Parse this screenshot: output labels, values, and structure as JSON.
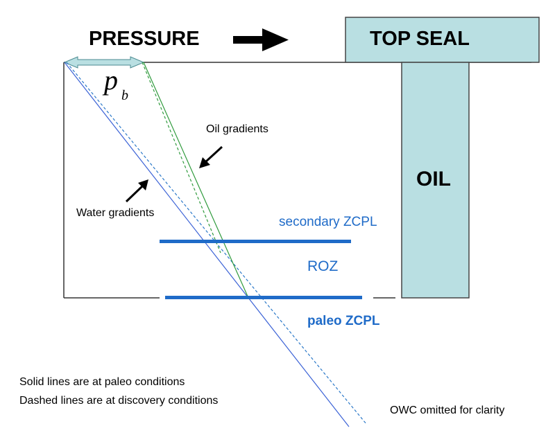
{
  "header": {
    "pressure_label": "PRESSURE",
    "pressure_arrow_icon": "right-arrow"
  },
  "boxes": {
    "top_seal_label": "TOP SEAL",
    "oil_label": "OIL",
    "fill_color": "#b9dfe2"
  },
  "buoyancy": {
    "symbol": "p",
    "subscript": "b"
  },
  "annotations": {
    "oil_gradients": "Oil gradients",
    "water_gradients": "Water gradients"
  },
  "zones": {
    "secondary_zcpl": "secondary ZCPL",
    "roz": "ROZ",
    "paleo_zcpl": "paleo ZCPL",
    "zone_color": "#1f6bc8"
  },
  "legend": {
    "solid_note": "Solid lines are at paleo conditions",
    "dashed_note": "Dashed lines are at discovery conditions",
    "owc_note": "OWC omitted for clarity"
  },
  "colors": {
    "water_line": "#3b62d6",
    "water_dashed": "#2a78c8",
    "oil_line": "#2f9a3c",
    "oil_dashed": "#2f9a3c",
    "outline": "#333333"
  }
}
